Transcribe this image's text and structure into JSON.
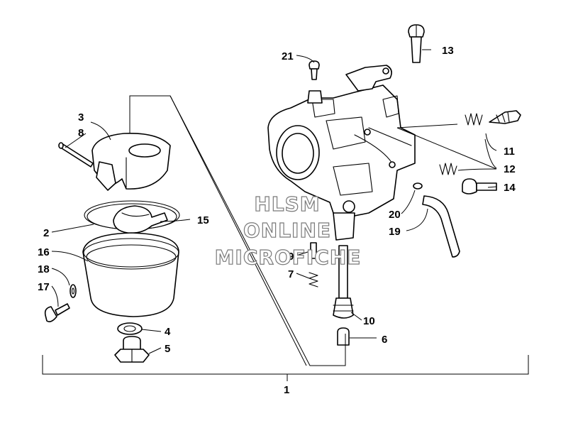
{
  "callouts": {
    "c1": "1",
    "c2": "2",
    "c3": "3",
    "c4": "4",
    "c5": "5",
    "c6": "6",
    "c7": "7",
    "c8": "8",
    "c9": "9",
    "c10": "10",
    "c11": "11",
    "c12": "12",
    "c13": "13",
    "c14": "14",
    "c15": "15",
    "c16": "16",
    "c17": "17",
    "c18": "18",
    "c19": "19",
    "c20": "20",
    "c21": "21"
  },
  "watermark": {
    "line1": "HLSM",
    "line2": "ONLINE",
    "line3": "MICROFICHE"
  }
}
